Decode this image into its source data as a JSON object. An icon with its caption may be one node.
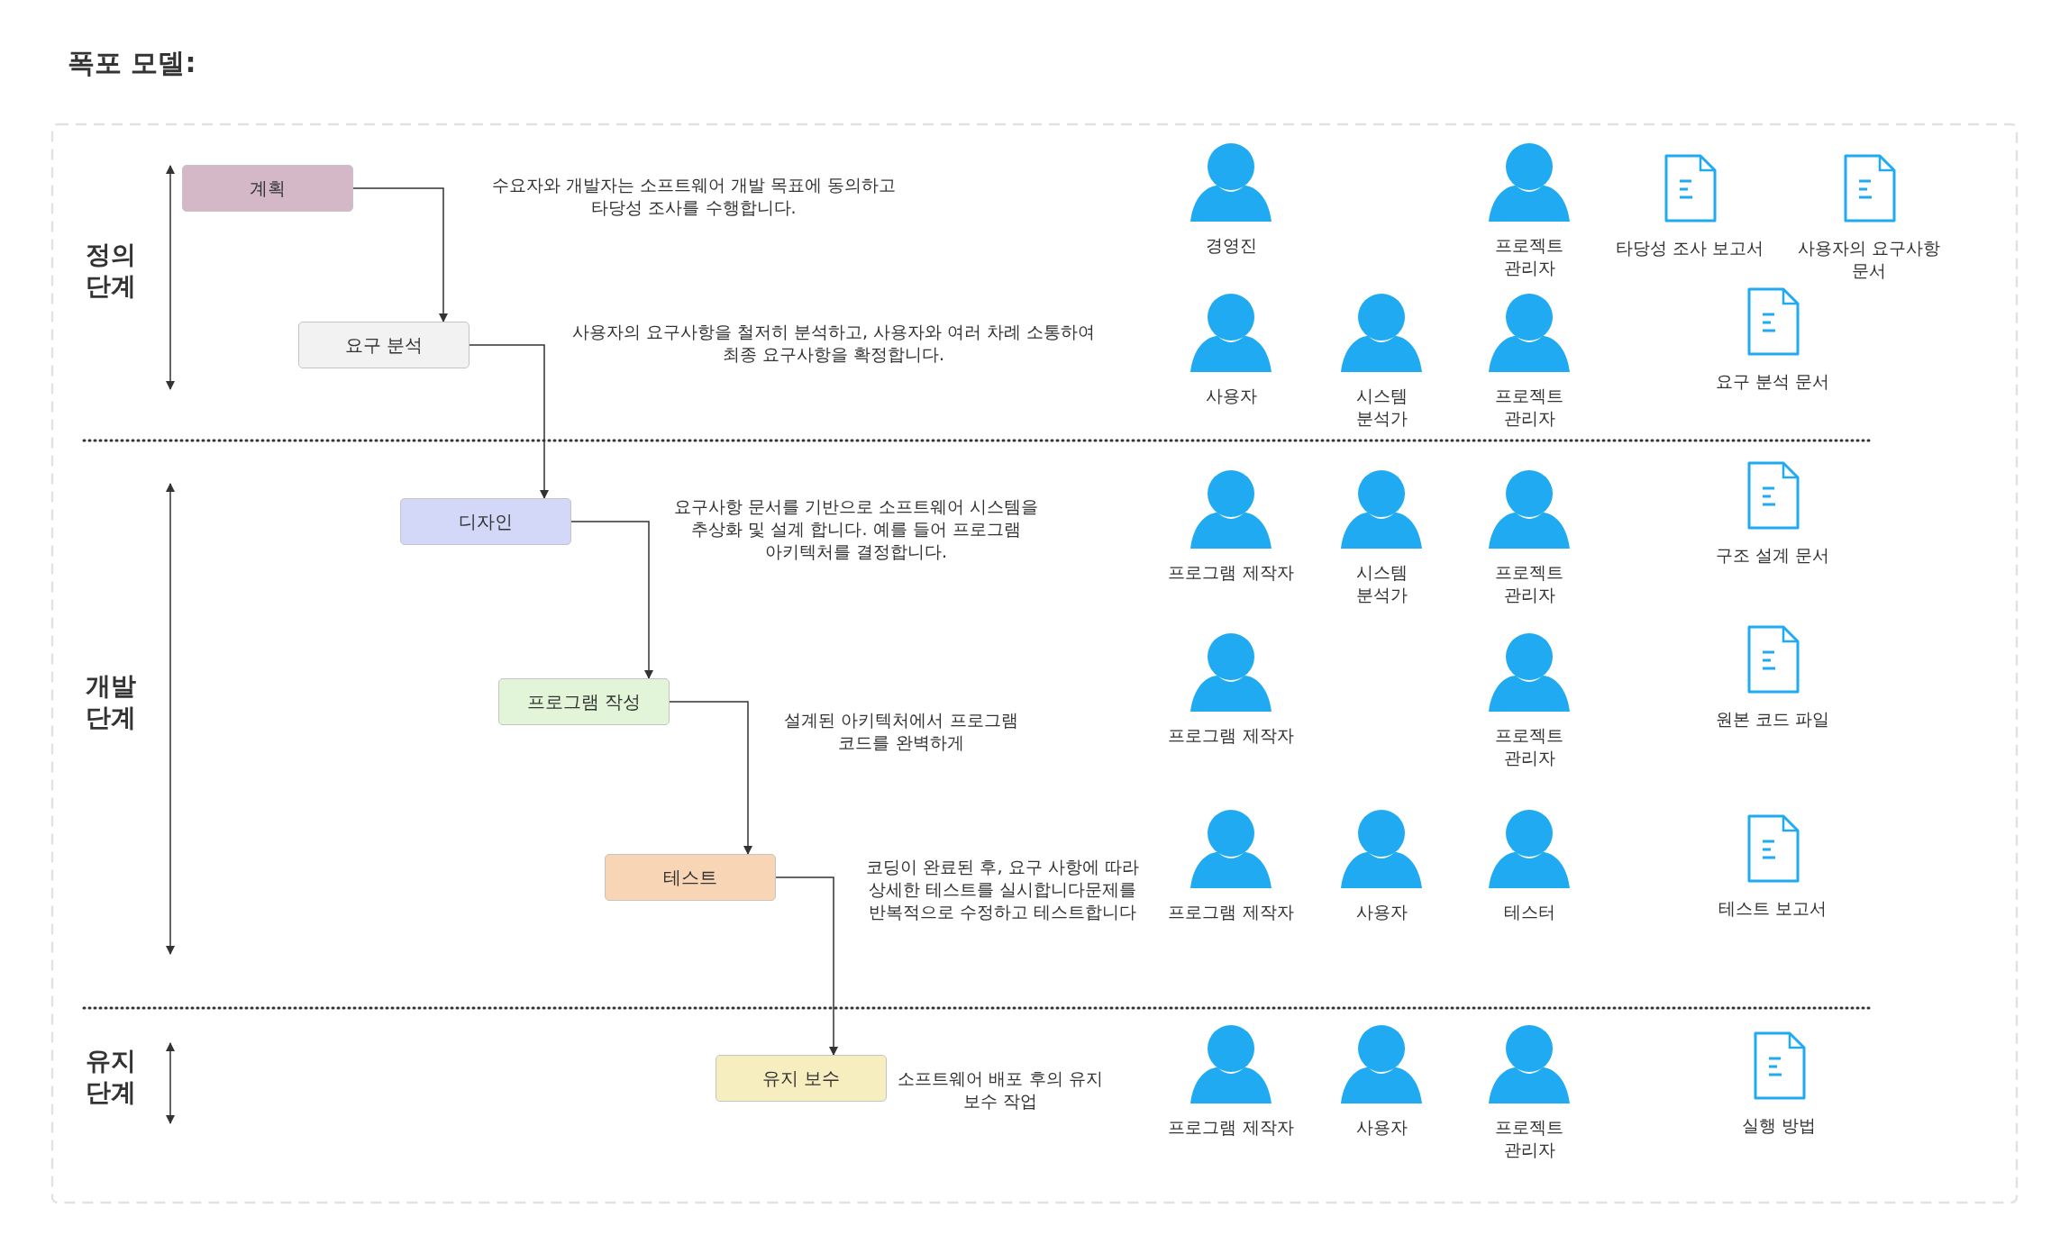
{
  "diagram": {
    "title": "폭포 모델:",
    "nodes": [
      {
        "text": [
          "계획"
        ]
      },
      {
        "text": [
          "요구 분석"
        ]
      },
      {
        "text": [
          "디자인"
        ]
      },
      {
        "text": [
          "프로그램 작성"
        ]
      },
      {
        "text": [
          "테스트"
        ]
      },
      {
        "text": [
          "유지 보수"
        ]
      }
    ],
    "edges": [
      {
        "from": 0,
        "to": 1,
        "arrow": "to"
      },
      {
        "from": 1,
        "to": 2,
        "arrow": "to"
      },
      {
        "from": 2,
        "to": 3,
        "arrow": "to"
      },
      {
        "from": 3,
        "to": 4,
        "arrow": "to"
      },
      {
        "from": 4,
        "to": 5,
        "arrow": "to"
      }
    ],
    "labels": [
      "정의 단계",
      "수요자와 개발자는 소프트웨어 개발 목표에 동의하고 타당성 조사를 수행합니다.",
      "경영진",
      "프로젝트 관리자",
      "타당성 조사 보고서",
      "사용자의 요구사항 문서",
      "사용자의 요구사항을 철저히 분석하고, 사용자와 여러 차례 소통하여 최종 요구사항을 확정합니다.",
      "사용자",
      "시스템 분석가",
      "프로젝트 관리자",
      "요구 분석 문서",
      "개발 단계",
      "요구사항 문서를 기반으로 소프트웨어 시스템을 추상화 및 설계 합니다. 예를 들어 프로그램 아키텍처를 결정합니다.",
      "프로그램 제작자",
      "시스템 분석가",
      "프로젝트 관리자",
      "구조 설계 문서",
      "설계된 아키텍처에서 프로그램 코드를 완벽하게",
      "프로그램 제작자",
      "프로젝트 관리자",
      "원본 코드 파일",
      "코딩이 완료된 후, 요구 사항에 따라 상세한 테스트를 실시합니다문제를 반복적으로 수정하고 테스트합니다",
      "프로그램 제작자",
      "사용자",
      "테스터",
      "테스트 보고서",
      "유지 단계",
      "소프트웨어 배포 후의 유지 보수 작업",
      "프로그램 제작자",
      "사용자",
      "프로젝트 관리자",
      "실행 방법"
    ]
  }
}
